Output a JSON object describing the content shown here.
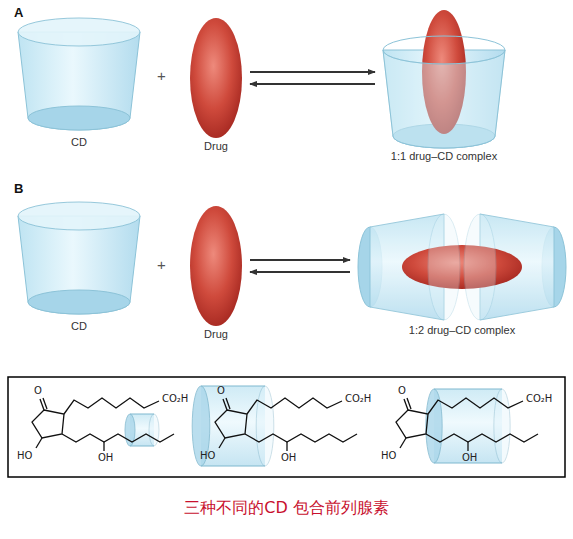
{
  "diagram": {
    "caption": "三种不同的CD 包合前列腺素",
    "nodes": [
      {
        "text": [
          "CD"
        ]
      },
      {
        "text": [
          "Drug"
        ]
      },
      {
        "text": [
          "1:1 drug–CD complex"
        ]
      },
      {
        "text": [
          "CD"
        ]
      },
      {
        "text": [
          "Drug"
        ]
      },
      {
        "text": [
          "1:2 drug–CD complex"
        ]
      }
    ],
    "edges": [
      {
        "from": 1,
        "to": 2,
        "arrow": "both"
      },
      {
        "from": 4,
        "to": 5,
        "arrow": "both"
      }
    ],
    "labels": [
      "A",
      "+",
      "B",
      "+",
      "O",
      "CO₂H",
      "HO",
      "OH",
      "O",
      "CO₂H",
      "HO",
      "OH",
      "O",
      "CO₂H",
      "HO",
      "OH"
    ]
  }
}
